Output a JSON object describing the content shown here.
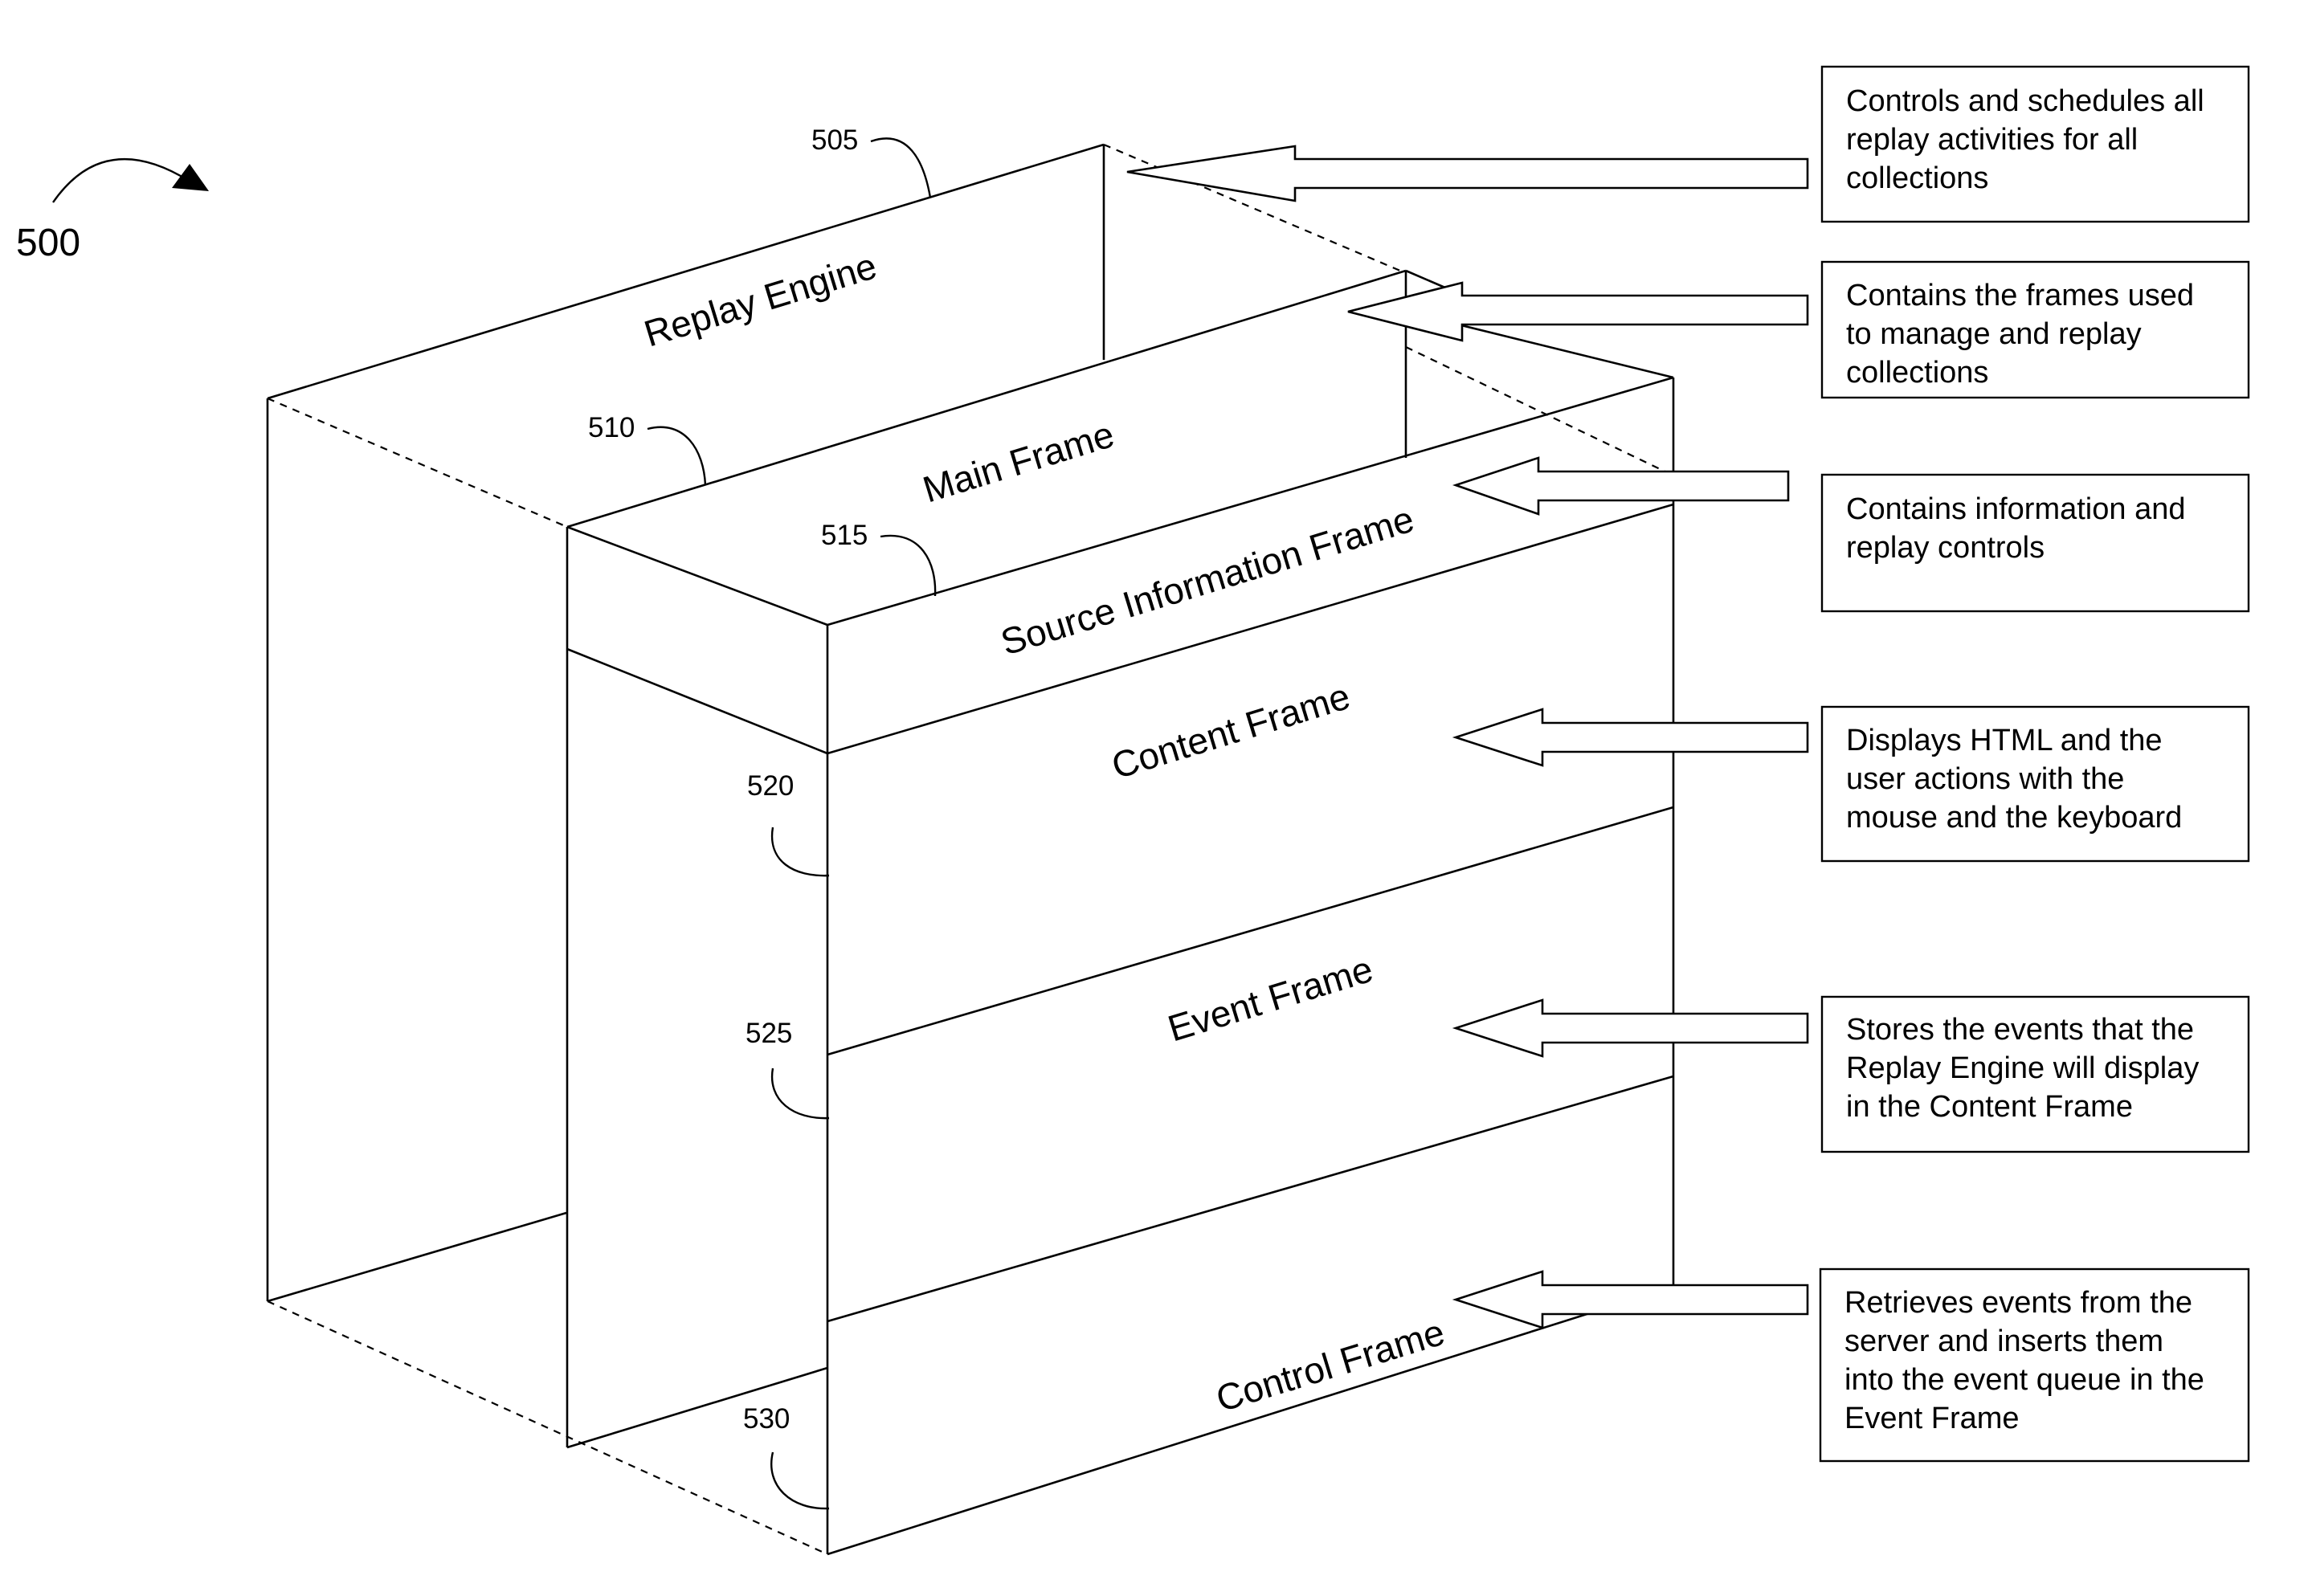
{
  "figure": {
    "number": "500"
  },
  "refs": {
    "r505": "505",
    "r510": "510",
    "r515": "515",
    "r520": "520",
    "r525": "525",
    "r530": "530"
  },
  "frames": {
    "replay_engine": "Replay Engine",
    "main_frame": "Main Frame",
    "source_information_frame": "Source Information Frame",
    "content_frame": "Content Frame",
    "event_frame": "Event Frame",
    "control_frame": "Control Frame"
  },
  "descriptions": [
    {
      "id": "replay_engine",
      "lines": [
        "Controls and schedules all",
        "replay activities for all",
        "collections"
      ]
    },
    {
      "id": "main_frame",
      "lines": [
        "Contains the frames used",
        "to manage and replay",
        "collections"
      ]
    },
    {
      "id": "source_information_frame",
      "lines": [
        "Contains information and",
        "replay controls"
      ]
    },
    {
      "id": "content_frame",
      "lines": [
        "Displays HTML and the",
        "user actions with the",
        "mouse and the keyboard"
      ]
    },
    {
      "id": "event_frame",
      "lines": [
        "Stores the events that the",
        "Replay Engine will display",
        "in the Content Frame"
      ]
    },
    {
      "id": "control_frame",
      "lines": [
        "Retrieves events from the",
        "server and inserts them",
        "into the event queue in the",
        "Event Frame"
      ]
    }
  ]
}
